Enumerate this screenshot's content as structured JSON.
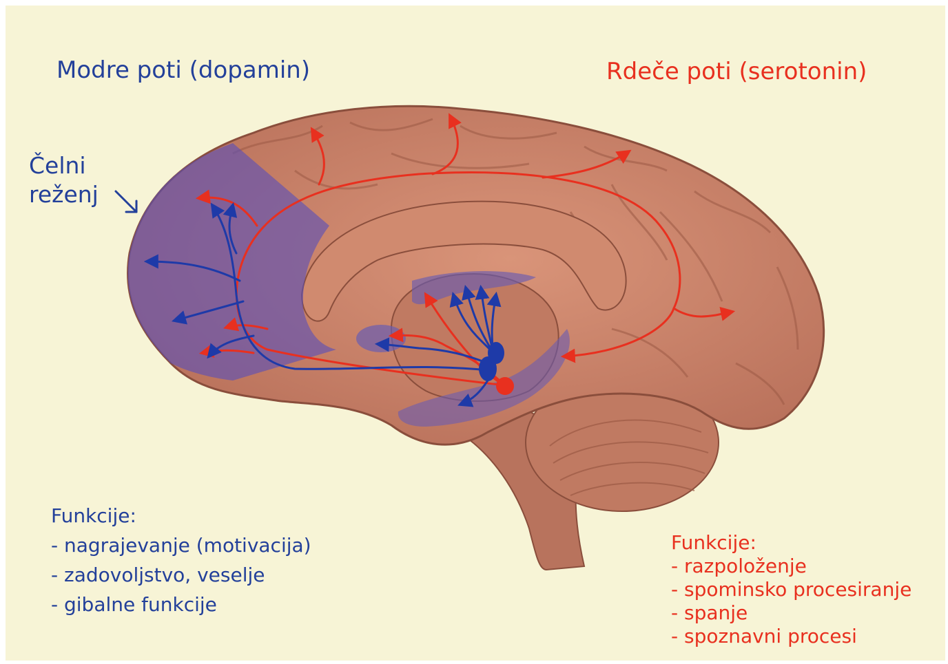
{
  "dopamine": {
    "title": "Modre poti (dopamin)",
    "lobe_label_line1": "Čelni",
    "lobe_label_line2": "reženj",
    "functions_heading": "Funkcije:",
    "functions": [
      "- nagrajevanje (motivacija)",
      "- zadovoljstvo, veselje",
      "- gibalne funkcije"
    ],
    "color": "#23409a"
  },
  "serotonin": {
    "title": "Rdeče poti (serotonin)",
    "functions_heading": "Funkcije:",
    "functions": [
      "- razpoloženje",
      "- spominsko procesiranje",
      "- spanje",
      "- spoznavni procesi"
    ],
    "color": "#e8301f"
  },
  "colors": {
    "background": "#f7f4d6",
    "brain": "#c9836b",
    "brain_dark": "#9c5a45",
    "overlay": "#6a5cb0"
  }
}
